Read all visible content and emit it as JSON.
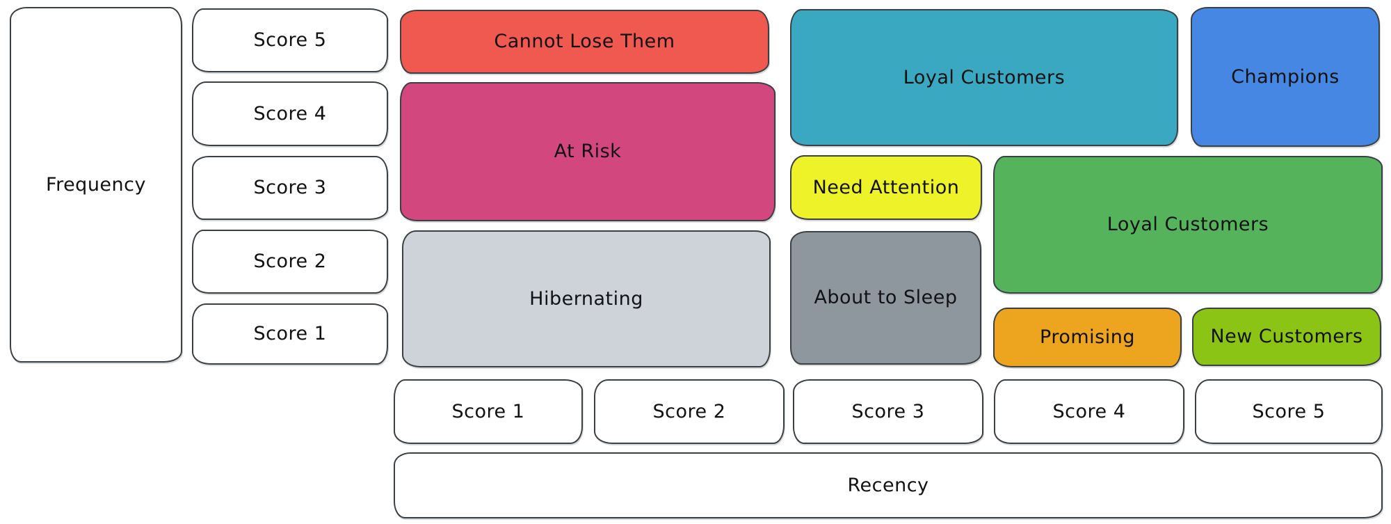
{
  "frequency_axis": {
    "label": "Frequency",
    "scores": [
      "Score 5",
      "Score 4",
      "Score 3",
      "Score 2",
      "Score 1"
    ]
  },
  "recency_axis": {
    "label": "Recency",
    "scores": [
      "Score 1",
      "Score 2",
      "Score 3",
      "Score 4",
      "Score 5"
    ]
  },
  "segments": [
    {
      "label": "Cannot Lose Them",
      "color": "#ef594f",
      "recency": "1-2",
      "frequency": "5"
    },
    {
      "label": "At Risk",
      "color": "#d2477e",
      "recency": "1-2",
      "frequency": "3-4"
    },
    {
      "label": "Hibernating",
      "color": "#ced3da",
      "recency": "1-2",
      "frequency": "1-2"
    },
    {
      "label": "Loyal Customers",
      "color": "#3aa8c1",
      "recency": "3-4",
      "frequency": "4-5"
    },
    {
      "label": "Champions",
      "color": "#4587e2",
      "recency": "5",
      "frequency": "4-5"
    },
    {
      "label": "Need Attention",
      "color": "#eef229",
      "recency": "3",
      "frequency": "3"
    },
    {
      "label": "About to Sleep",
      "color": "#8e969e",
      "recency": "3",
      "frequency": "1-2"
    },
    {
      "label": "Loyal Customers",
      "color": "#55b45b",
      "recency": "4-5",
      "frequency": "2-3"
    },
    {
      "label": "Promising",
      "color": "#eda51f",
      "recency": "4",
      "frequency": "1"
    },
    {
      "label": "New Customers",
      "color": "#8bc415",
      "recency": "5",
      "frequency": "1"
    }
  ],
  "text_color": "#121212"
}
